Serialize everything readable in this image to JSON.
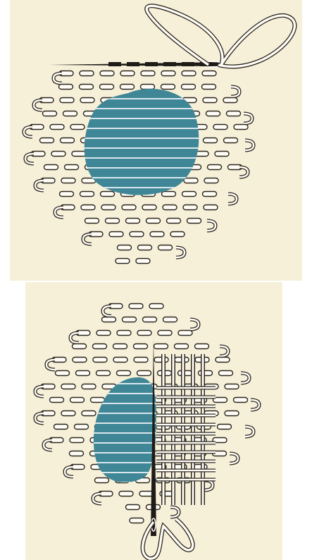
{
  "figures": [
    {
      "id": "figure-top",
      "subject": "darning-running-stitches-with-needle"
    },
    {
      "id": "figure-bottom",
      "subject": "darning-weave-in-progress"
    }
  ],
  "colors": {
    "background": "#ffffff",
    "paper": "#f7f0d8",
    "hole": "#3f8797",
    "hole_stripe": "#d9e6ec",
    "outline": "#2b2620",
    "thread_fill": "#fffdf6",
    "needle": "#1f1b17"
  },
  "icons": [
    "needle-icon",
    "thread-loop-icon"
  ]
}
